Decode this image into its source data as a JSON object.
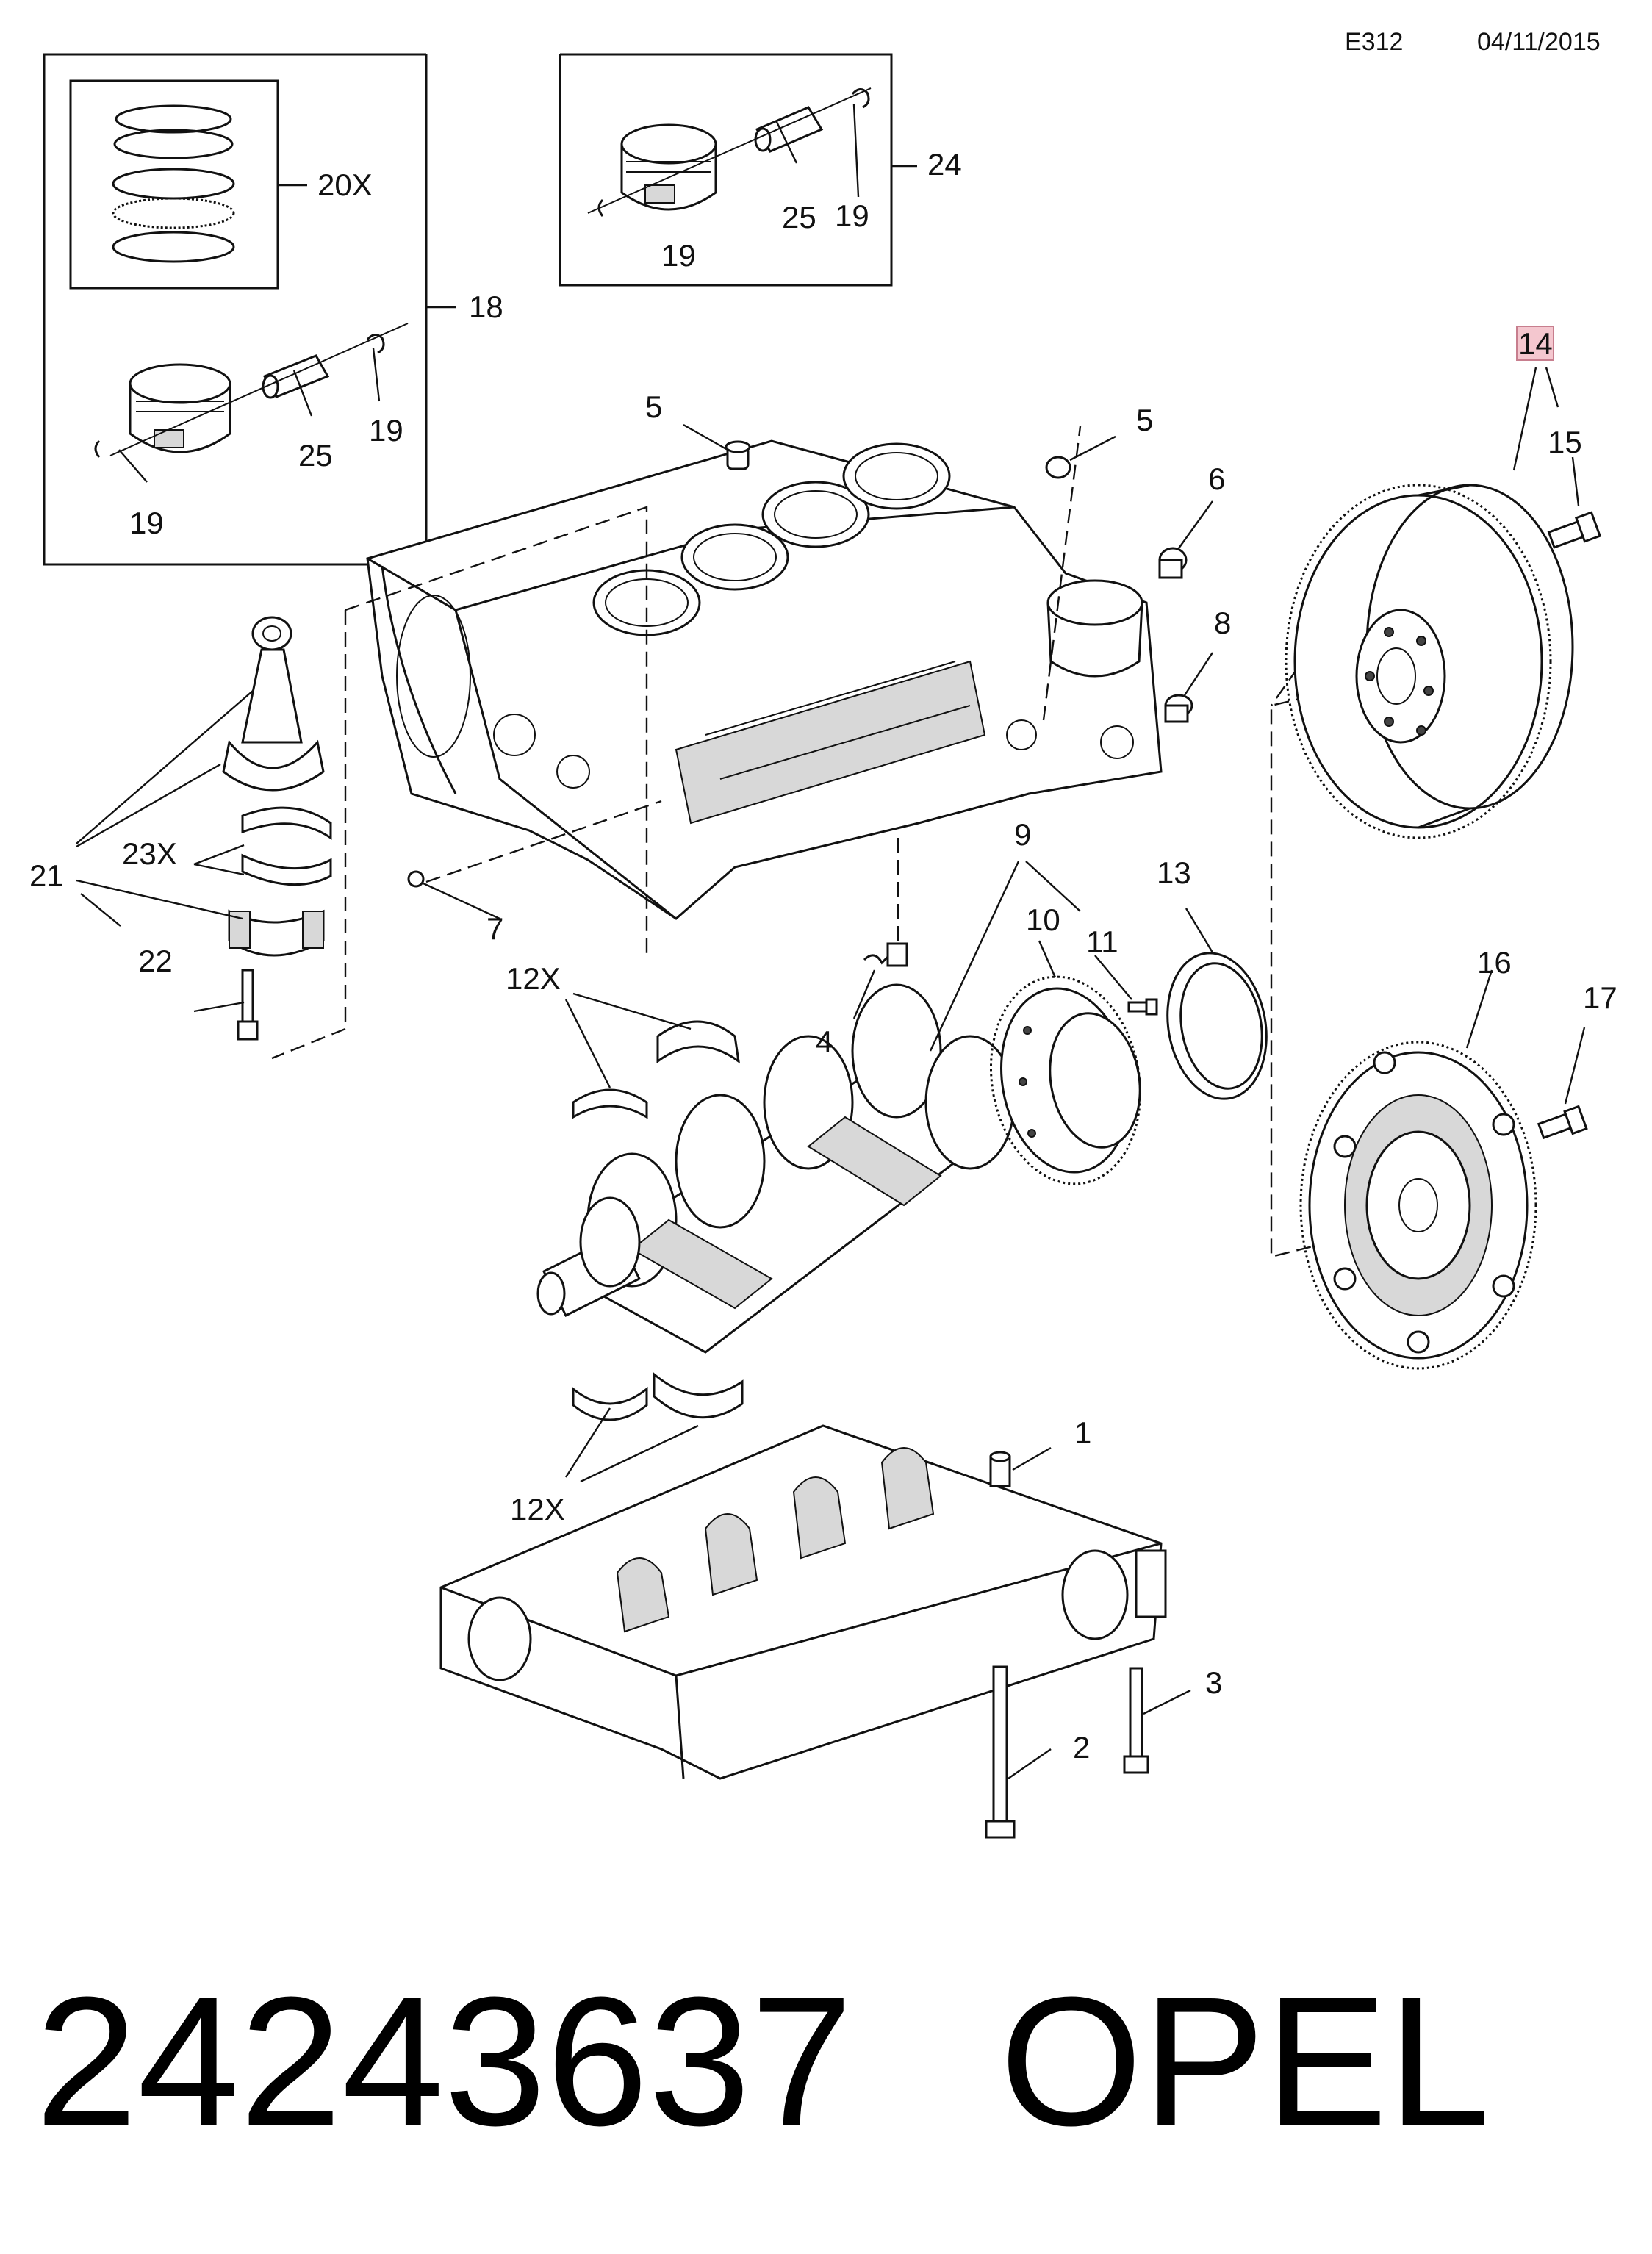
{
  "header": {
    "code": "E312",
    "date": "04/11/2015"
  },
  "callouts": {
    "c1": "1",
    "c2": "2",
    "c3": "3",
    "c4": "4",
    "c5a": "5",
    "c5b": "5",
    "c6": "6",
    "c7": "7",
    "c8": "8",
    "c9": "9",
    "c10": "10",
    "c11": "11",
    "c12xa": "12X",
    "c12xb": "12X",
    "c13": "13",
    "c14": "14",
    "c15": "15",
    "c16": "16",
    "c17": "17",
    "c18": "18",
    "c19a": "19",
    "c19b": "19",
    "c19c": "19",
    "c19d": "19",
    "c20x": "20X",
    "c21": "21",
    "c22": "22",
    "c23x": "23X",
    "c24": "24",
    "c25a": "25",
    "c25b": "25"
  },
  "highlight_color": "#f4c7cf",
  "footer": {
    "part_number": "24243637",
    "brand": "OPEL"
  }
}
